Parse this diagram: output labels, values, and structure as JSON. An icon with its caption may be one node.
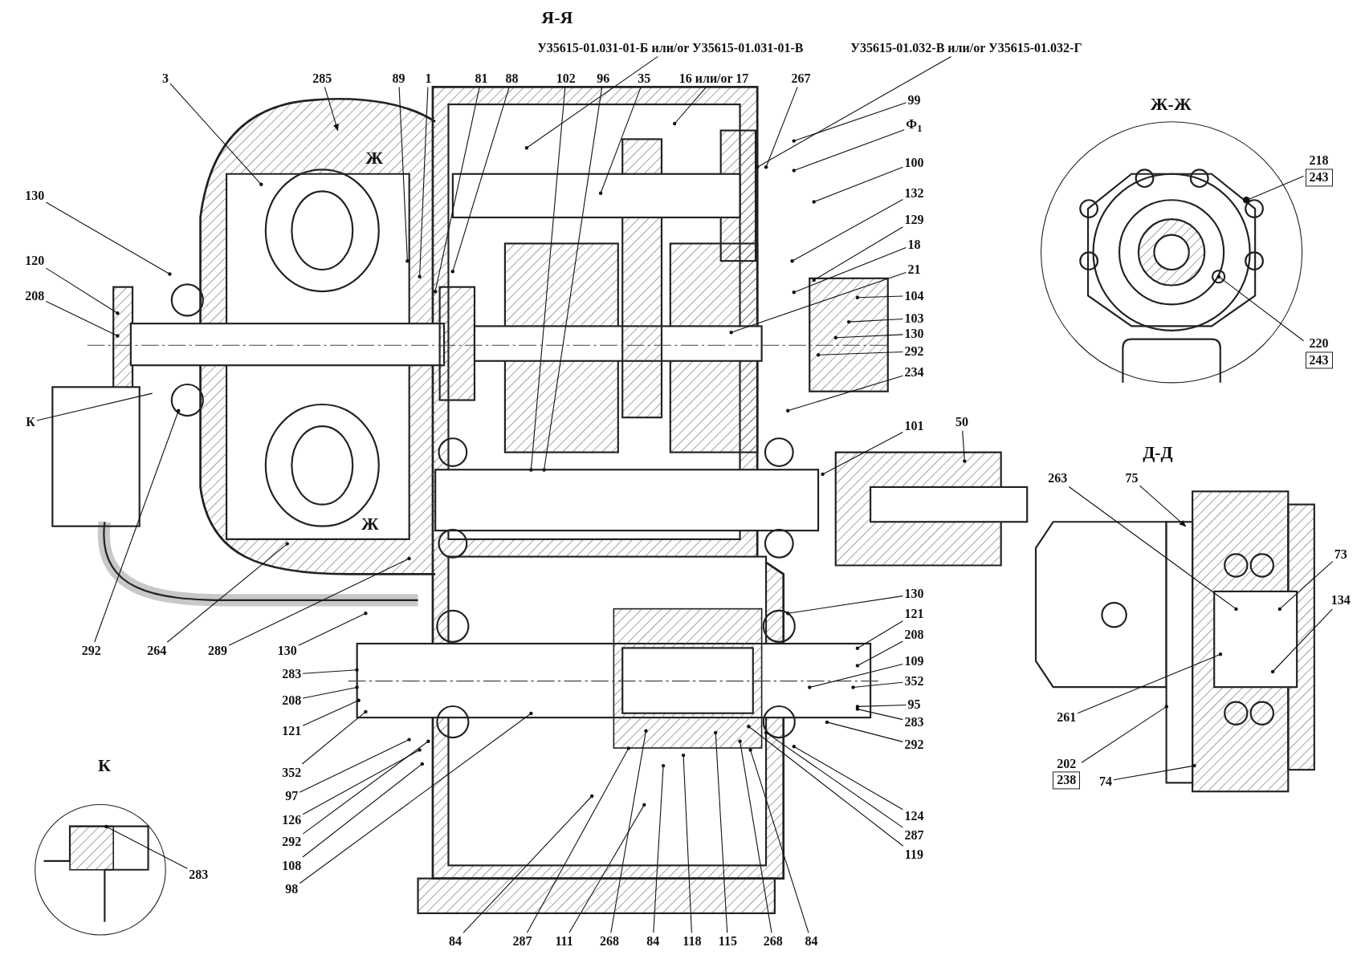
{
  "diagram": {
    "nodes": [
      {
        "text": [
          "У35615-01.031-01-Б или/or У35615-01.031-01-В"
        ]
      },
      {
        "text": [
          "У35615-01.032-В или/or У35615-01.032-Г"
        ]
      },
      {
        "text": [
          "3"
        ]
      },
      {
        "text": [
          "285"
        ]
      },
      {
        "text": [
          "89"
        ]
      },
      {
        "text": [
          "1"
        ]
      },
      {
        "text": [
          "81"
        ]
      },
      {
        "text": [
          "88"
        ]
      },
      {
        "text": [
          "102"
        ]
      },
      {
        "text": [
          "96"
        ]
      },
      {
        "text": [
          "35"
        ]
      },
      {
        "text": [
          "16 или/or 17"
        ]
      },
      {
        "text": [
          "267"
        ]
      },
      {
        "text": [
          "99"
        ]
      },
      {
        "text": [
          "Ф$_{1}$"
        ]
      },
      {
        "text": [
          "100"
        ]
      },
      {
        "text": [
          "132"
        ]
      },
      {
        "text": [
          "129"
        ]
      },
      {
        "text": [
          "18"
        ]
      },
      {
        "text": [
          "21"
        ]
      },
      {
        "text": [
          "104"
        ]
      },
      {
        "text": [
          "103"
        ]
      },
      {
        "text": [
          "130"
        ]
      },
      {
        "text": [
          "292"
        ]
      },
      {
        "text": [
          "234"
        ]
      },
      {
        "text": [
          "101"
        ]
      },
      {
        "text": [
          "50"
        ]
      },
      {
        "text": [
          "130"
        ]
      },
      {
        "text": [
          "120"
        ]
      },
      {
        "text": [
          "208"
        ]
      },
      {
        "text": [
          "К"
        ]
      },
      {
        "text": [
          "292"
        ]
      },
      {
        "text": [
          "264"
        ]
      },
      {
        "text": [
          "289"
        ]
      },
      {
        "text": [
          "130"
        ]
      },
      {
        "text": [
          "283"
        ]
      },
      {
        "text": [
          "208"
        ]
      },
      {
        "text": [
          "121"
        ]
      },
      {
        "text": [
          "352"
        ]
      },
      {
        "text": [
          "97"
        ]
      },
      {
        "text": [
          "126"
        ]
      },
      {
        "text": [
          "292"
        ]
      },
      {
        "text": [
          "108"
        ]
      },
      {
        "text": [
          "98"
        ]
      },
      {
        "text": [
          "130"
        ]
      },
      {
        "text": [
          "121"
        ]
      },
      {
        "text": [
          "208"
        ]
      },
      {
        "text": [
          "109"
        ]
      },
      {
        "text": [
          "352"
        ]
      },
      {
        "text": [
          "95"
        ]
      },
      {
        "text": [
          "283"
        ]
      },
      {
        "text": [
          "292"
        ]
      },
      {
        "text": [
          "124"
        ]
      },
      {
        "text": [
          "287"
        ]
      },
      {
        "text": [
          "119"
        ]
      },
      {
        "text": [
          "84"
        ]
      },
      {
        "text": [
          "287"
        ]
      },
      {
        "text": [
          "111"
        ]
      },
      {
        "text": [
          "268"
        ]
      },
      {
        "text": [
          "84"
        ]
      },
      {
        "text": [
          "118"
        ]
      },
      {
        "text": [
          "115"
        ]
      },
      {
        "text": [
          "268"
        ]
      },
      {
        "text": [
          "84"
        ]
      },
      {
        "text": [
          "218",
          "243"
        ]
      },
      {
        "text": [
          "220",
          "243"
        ]
      },
      {
        "text": [
          "263"
        ]
      },
      {
        "text": [
          "75"
        ]
      },
      {
        "text": [
          "73"
        ]
      },
      {
        "text": [
          "134"
        ]
      },
      {
        "text": [
          "261"
        ]
      },
      {
        "text": [
          "202",
          "238"
        ]
      },
      {
        "text": [
          "74"
        ]
      },
      {
        "text": [
          "283"
        ]
      }
    ],
    "edges": [
      {
        "from": 0,
        "to": null,
        "arrow": "other"
      },
      {
        "from": 1,
        "to": null,
        "arrow": "other"
      },
      {
        "from": 2,
        "to": null,
        "arrow": "other"
      },
      {
        "from": 3,
        "to": null,
        "arrow": "to"
      },
      {
        "from": 4,
        "to": null,
        "arrow": "other"
      },
      {
        "from": 5,
        "to": null,
        "arrow": "other"
      },
      {
        "from": 6,
        "to": null,
        "arrow": "other"
      },
      {
        "from": 7,
        "to": null,
        "arrow": "other"
      },
      {
        "from": 8,
        "to": null,
        "arrow": "other"
      },
      {
        "from": 9,
        "to": null,
        "arrow": "other"
      },
      {
        "from": 10,
        "to": null,
        "arrow": "other"
      },
      {
        "from": 11,
        "to": null,
        "arrow": "other"
      },
      {
        "from": 12,
        "to": null,
        "arrow": "other"
      },
      {
        "from": 13,
        "to": null,
        "arrow": "other"
      },
      {
        "from": 14,
        "to": null,
        "arrow": "other"
      },
      {
        "from": 15,
        "to": null,
        "arrow": "other"
      },
      {
        "from": 16,
        "to": null,
        "arrow": "other"
      },
      {
        "from": 17,
        "to": null,
        "arrow": "other"
      },
      {
        "from": 18,
        "to": null,
        "arrow": "other"
      },
      {
        "from": 19,
        "to": null,
        "arrow": "other"
      },
      {
        "from": 20,
        "to": null,
        "arrow": "other"
      },
      {
        "from": 21,
        "to": null,
        "arrow": "other"
      },
      {
        "from": 22,
        "to": null,
        "arrow": "other"
      },
      {
        "from": 23,
        "to": null,
        "arrow": "other"
      },
      {
        "from": 24,
        "to": null,
        "arrow": "other"
      },
      {
        "from": 25,
        "to": null,
        "arrow": "other"
      },
      {
        "from": 26,
        "to": null,
        "arrow": "other"
      },
      {
        "from": 27,
        "to": null,
        "arrow": "other"
      },
      {
        "from": 28,
        "to": null,
        "arrow": "other"
      },
      {
        "from": 29,
        "to": null,
        "arrow": "other"
      },
      {
        "from": 30,
        "to": null,
        "arrow": "none"
      },
      {
        "from": 31,
        "to": null,
        "arrow": "other"
      },
      {
        "from": 32,
        "to": null,
        "arrow": "other"
      },
      {
        "from": 33,
        "to": null,
        "arrow": "other"
      },
      {
        "from": 34,
        "to": null,
        "arrow": "other"
      },
      {
        "from": 35,
        "to": null,
        "arrow": "other"
      },
      {
        "from": 36,
        "to": null,
        "arrow": "other"
      },
      {
        "from": 37,
        "to": null,
        "arrow": "other"
      },
      {
        "from": 38,
        "to": null,
        "arrow": "other"
      },
      {
        "from": 39,
        "to": null,
        "arrow": "other"
      },
      {
        "from": 40,
        "to": null,
        "arrow": "other"
      },
      {
        "from": 41,
        "to": null,
        "arrow": "other"
      },
      {
        "from": 42,
        "to": null,
        "arrow": "other"
      },
      {
        "from": 43,
        "to": null,
        "arrow": "other"
      },
      {
        "from": 44,
        "to": null,
        "arrow": "other"
      },
      {
        "from": 45,
        "to": null,
        "arrow": "other"
      },
      {
        "from": 46,
        "to": null,
        "arrow": "other"
      },
      {
        "from": 47,
        "to": null,
        "arrow": "other"
      },
      {
        "from": 48,
        "to": null,
        "arrow": "other"
      },
      {
        "from": 49,
        "to": null,
        "arrow": "other"
      },
      {
        "from": 50,
        "to": null,
        "arrow": "other"
      },
      {
        "from": 51,
        "to": null,
        "arrow": "other"
      },
      {
        "from": 52,
        "to": null,
        "arrow": "other"
      },
      {
        "from": 53,
        "to": null,
        "arrow": "other"
      },
      {
        "from": 54,
        "to": null,
        "arrow": "other"
      },
      {
        "from": 55,
        "to": null,
        "arrow": "other"
      },
      {
        "from": 56,
        "to": null,
        "arrow": "other"
      },
      {
        "from": 57,
        "to": null,
        "arrow": "other"
      },
      {
        "from": 58,
        "to": null,
        "arrow": "other"
      },
      {
        "from": 59,
        "to": null,
        "arrow": "other"
      },
      {
        "from": 60,
        "to": null,
        "arrow": "other"
      },
      {
        "from": 61,
        "to": null,
        "arrow": "other"
      },
      {
        "from": 62,
        "to": null,
        "arrow": "other"
      },
      {
        "from": 63,
        "to": null,
        "arrow": "other"
      },
      {
        "from": 64,
        "to": null,
        "arrow": "other"
      },
      {
        "from": 65,
        "to": null,
        "arrow": "other"
      },
      {
        "from": 66,
        "to": null,
        "arrow": "other"
      },
      {
        "from": 67,
        "to": null,
        "arrow": "to"
      },
      {
        "from": 68,
        "to": null,
        "arrow": "other"
      },
      {
        "from": 69,
        "to": null,
        "arrow": "other"
      },
      {
        "from": 70,
        "to": null,
        "arrow": "other"
      },
      {
        "from": 71,
        "to": null,
        "arrow": "other"
      },
      {
        "from": 72,
        "to": null,
        "arrow": "other"
      },
      {
        "from": 73,
        "to": null,
        "arrow": "other"
      }
    ],
    "labels": [
      "Я-Я",
      "Ж",
      "Ж",
      "Ж-Ж",
      "Д-Д",
      "К"
    ]
  }
}
